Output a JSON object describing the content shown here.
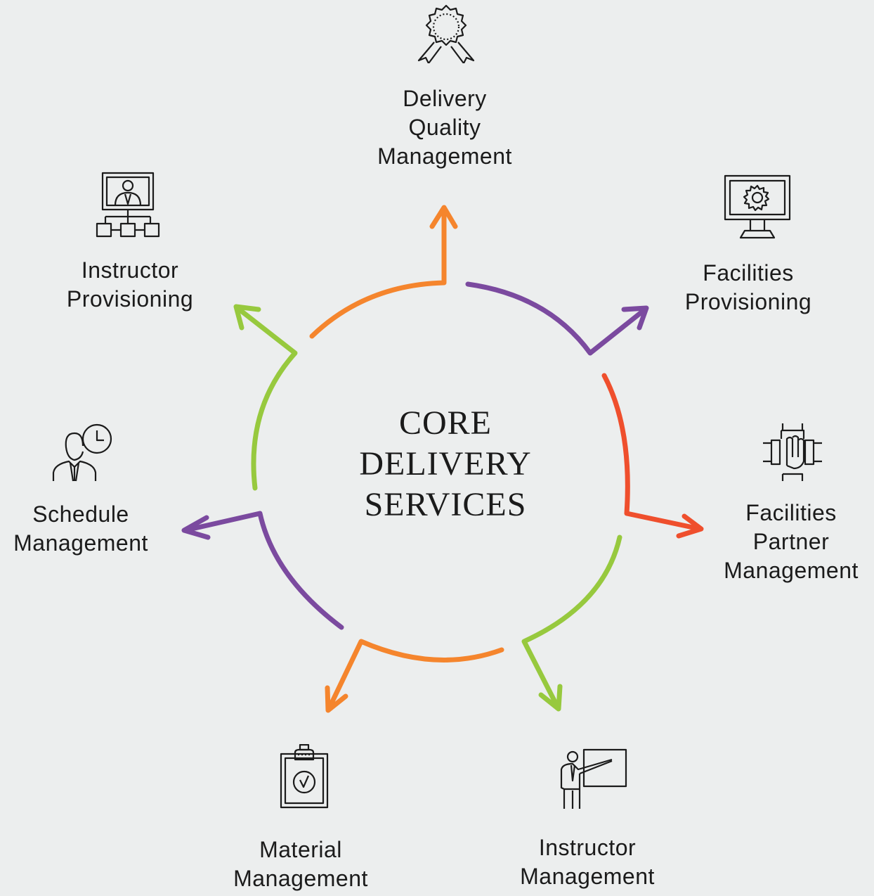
{
  "center": {
    "line1": "CORE",
    "line2": "DELIVERY",
    "line3": "SERVICES"
  },
  "colors": {
    "orange": "#f5852d",
    "purple": "#7b4a9f",
    "red": "#ef4f2d",
    "green": "#97c93e",
    "text": "#1b1b1b",
    "background": "#eceeee"
  },
  "nodes": [
    {
      "id": "delivery-quality-management",
      "icon": "award-ribbon-icon",
      "lines": [
        "Delivery",
        "Quality",
        "Management"
      ]
    },
    {
      "id": "facilities-provisioning",
      "icon": "monitor-gear-icon",
      "lines": [
        "Facilities",
        "Provisioning"
      ]
    },
    {
      "id": "facilities-partner-management",
      "icon": "stacked-hands-icon",
      "lines": [
        "Facilities",
        "Partner",
        "Management"
      ]
    },
    {
      "id": "instructor-management",
      "icon": "presenter-board-icon",
      "lines": [
        "Instructor",
        "Management"
      ]
    },
    {
      "id": "material-management",
      "icon": "clipboard-check-icon",
      "lines": [
        "Material",
        "Management"
      ]
    },
    {
      "id": "schedule-management",
      "icon": "person-clock-icon",
      "lines": [
        "Schedule",
        "Management"
      ]
    },
    {
      "id": "instructor-provisioning",
      "icon": "screen-org-chart-icon",
      "lines": [
        "Instructor",
        "Provisioning"
      ]
    }
  ]
}
